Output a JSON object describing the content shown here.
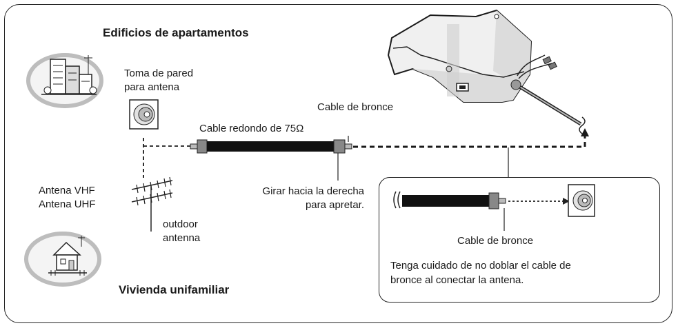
{
  "labels": {
    "apartments": "Edificios de apartamentos",
    "wall_jack": "Toma de pared",
    "wall_jack_2": "para antena",
    "round_cable": "Cable redondo de 75Ω",
    "bronze_cable_top": "Cable de bronce",
    "vhf": "Antena VHF",
    "uhf": "Antena UHF",
    "turn_right": "Girar hacia la derecha",
    "turn_right_2": "para apretar.",
    "outdoor": "outdoor",
    "outdoor_2": "antenna",
    "single_family": "Vivienda unifamiliar",
    "bronze_cable_inset": "Cable de bronce",
    "caution": "Tenga cuidado de no doblar el cable de",
    "caution_2": "bronce al conectar la antena."
  },
  "icons": [
    "apartment-buildings-icon",
    "wall-jack-icon",
    "coax-cable-icon",
    "antenna-icon",
    "house-icon",
    "tv-unit-icon",
    "wall-socket-icon"
  ],
  "colors": {
    "line": "#1a1a1a",
    "cable": "#111111",
    "ellipse": "#bdbdbd",
    "shade": "#e8e8e8"
  }
}
